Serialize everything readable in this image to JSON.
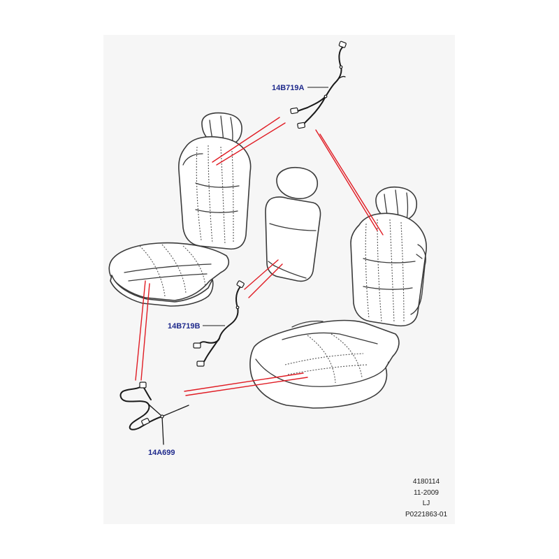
{
  "callouts": {
    "harness_top": "14B719A",
    "harness_middle": "14B719B",
    "harness_bottom": "14A699"
  },
  "footer": {
    "illustration_number": "4180114",
    "date": "11-2009",
    "author": "LJ",
    "reference": "P0221863-01"
  },
  "colors": {
    "part_label": "#1f2a8c",
    "leader_line": "#e01c24",
    "panel_background": "#f6f6f6",
    "line_art": "#3a3a3a"
  }
}
